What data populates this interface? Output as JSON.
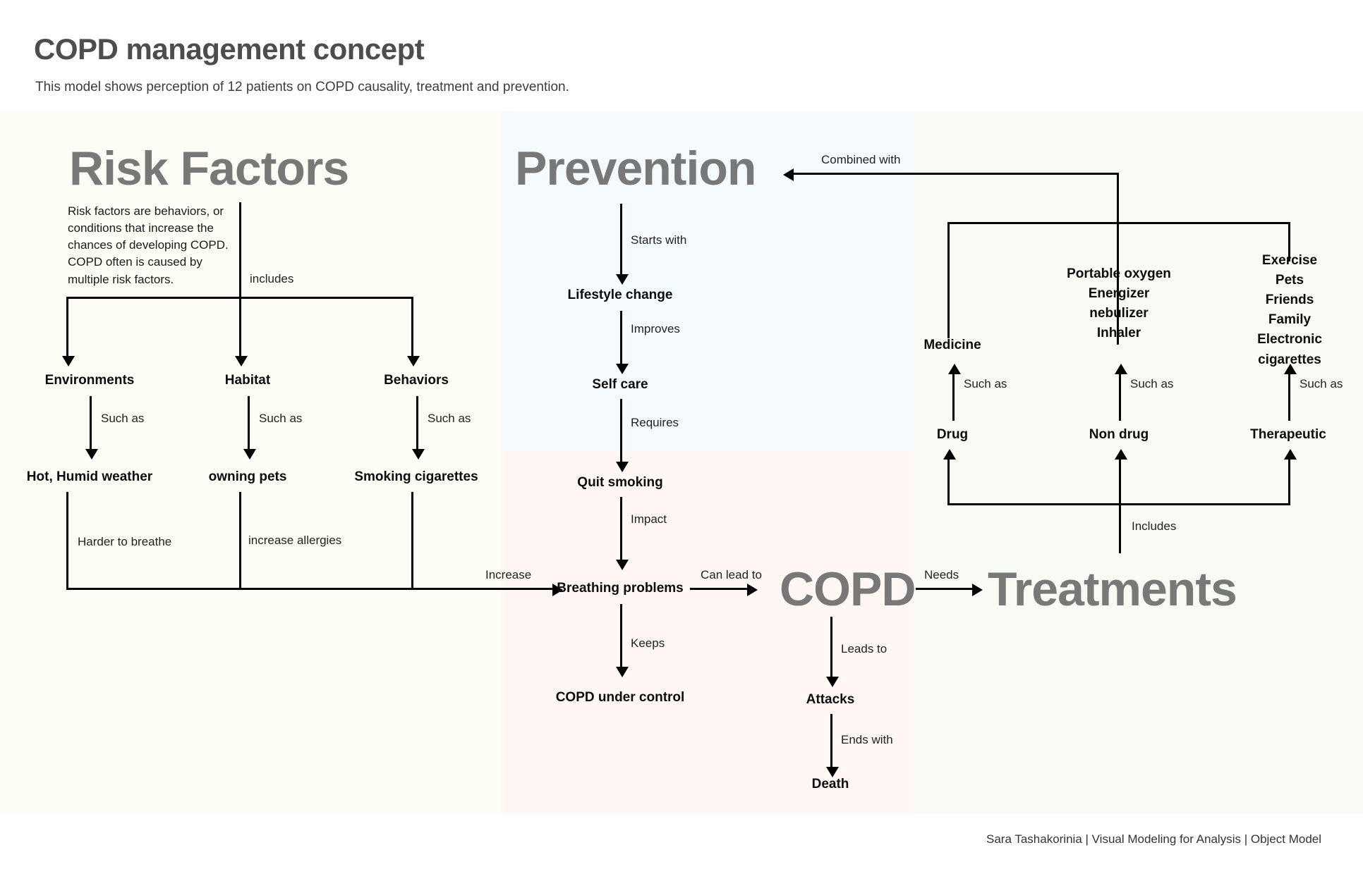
{
  "header": {
    "title": "COPD management concept",
    "subtitle": "This model shows perception of 12  patients on COPD causality, treatment and prevention."
  },
  "footer": {
    "credit": "Sara Tashakorinia | Visual Modeling for Analysis | Object Model"
  },
  "colors": {
    "risk_panel": "#fdfcf5",
    "prevention_panel": "#f5faff",
    "copd_panel": "#fef7f3",
    "treatment_panel": "#f7fbf3",
    "section_title": "#787878",
    "node_text": "#0d0d0d",
    "connector": "#000000"
  },
  "sections": {
    "risk": {
      "title": "Risk Factors",
      "description": "Risk factors are behaviors, or conditions that increase the chances of developing COPD. COPD often is caused by multiple risk factors."
    },
    "prevention": {
      "title": "Prevention"
    },
    "copd": {
      "title": "COPD"
    },
    "treatments": {
      "title": "Treatments"
    }
  },
  "nodes": {
    "environments": "Environments",
    "habitat": "Habitat",
    "behaviors": "Behaviors",
    "hot_humid_weather": "Hot, Humid weather",
    "owning_pets": "owning pets",
    "smoking_cigarettes": "Smoking cigarettes",
    "lifestyle_change": "Lifestyle change",
    "self_care": "Self care",
    "quit_smoking": "Quit smoking",
    "breathing_problems": "Breathing problems",
    "copd_under_control": "COPD under control",
    "attacks": "Attacks",
    "death": "Death",
    "medicine": "Medicine",
    "drug": "Drug",
    "non_drug": "Non drug",
    "therapeutic": "Therapeutic",
    "non_drug_examples": "Portable oxygen\nEnergizer\nnebulizer\nInhaler",
    "therapeutic_examples": "Exercise\nPets\nFriends\nFamily\nElectronic\ncigarettes"
  },
  "edge_labels": {
    "includes_risk": "includes",
    "such_as_env": "Such as",
    "such_as_habitat": "Such as",
    "such_as_behaviors": "Such as",
    "harder_to_breathe": "Harder to breathe",
    "increase_allergies": "increase allergies",
    "increase": "Increase",
    "starts_with": "Starts with",
    "improves": "Improves",
    "requires": "Requires",
    "impact": "Impact",
    "keeps": "Keeps",
    "can_lead_to": "Can lead to",
    "needs": "Needs",
    "leads_to": "Leads to",
    "ends_with": "Ends with",
    "combined_with": "Combined with",
    "includes_treat": "Includes",
    "such_as_medicine": "Such as",
    "such_as_nondrug": "Such as",
    "such_as_therapeutic": "Such as"
  }
}
